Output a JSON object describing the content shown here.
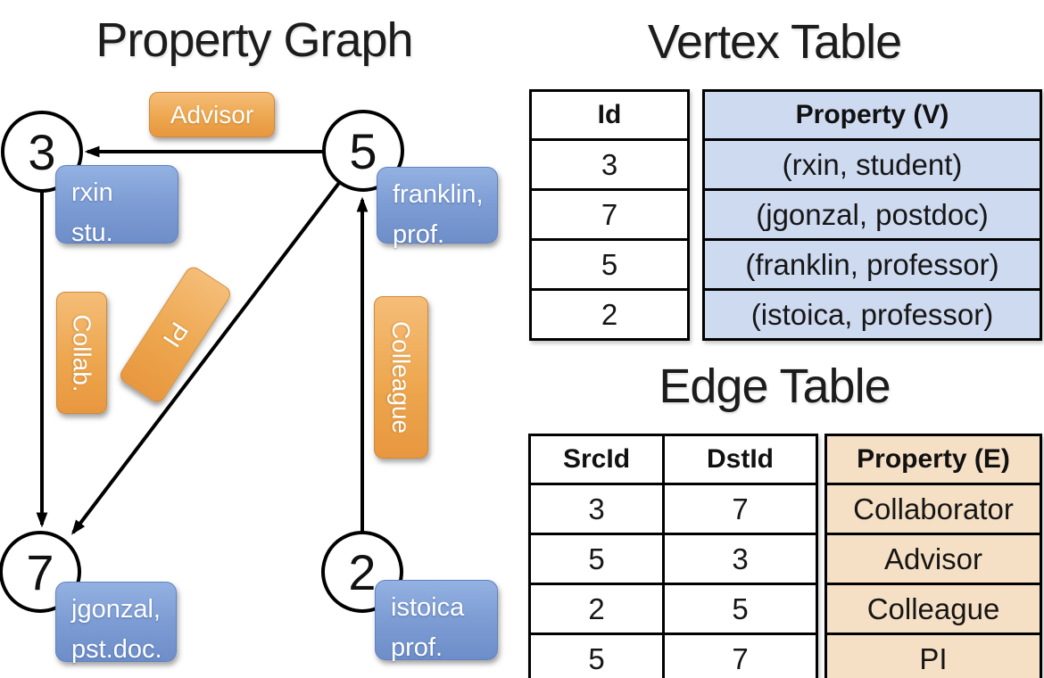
{
  "graph": {
    "title": "Property Graph",
    "vertices": [
      {
        "id": "3",
        "line1": "rxin",
        "line2": "stu."
      },
      {
        "id": "5",
        "line1": "franklin,",
        "line2": "prof."
      },
      {
        "id": "7",
        "line1": "jgonzal,",
        "line2": "pst.doc."
      },
      {
        "id": "2",
        "line1": "istoica",
        "line2": "prof."
      }
    ],
    "edges": [
      {
        "label": "Advisor",
        "from": "5",
        "to": "3"
      },
      {
        "label": "Collab.",
        "from": "3",
        "to": "7"
      },
      {
        "label": "PI",
        "from": "5",
        "to": "7"
      },
      {
        "label": "Colleague",
        "from": "2",
        "to": "5"
      }
    ]
  },
  "vertex_table": {
    "title": "Vertex Table",
    "columns": [
      "Id",
      "Property (V)"
    ],
    "rows": [
      [
        "3",
        "(rxin, student)"
      ],
      [
        "7",
        "(jgonzal, postdoc)"
      ],
      [
        "5",
        "(franklin, professor)"
      ],
      [
        "2",
        "(istoica, professor)"
      ]
    ]
  },
  "edge_table": {
    "title": "Edge Table",
    "columns": [
      "SrcId",
      "DstId",
      "Property (E)"
    ],
    "rows": [
      [
        "3",
        "7",
        "Collaborator"
      ],
      [
        "5",
        "3",
        "Advisor"
      ],
      [
        "2",
        "5",
        "Colleague"
      ],
      [
        "5",
        "7",
        "PI"
      ]
    ]
  },
  "colors": {
    "edge_label_orange_top": "#f5bd78",
    "edge_label_orange_bottom": "#e8973f",
    "vertex_label_blue_top": "#93b1e1",
    "vertex_label_blue_bottom": "#6e8ec9",
    "vertex_property_fill": "#cedaf0",
    "edge_property_fill": "#f6e0c5",
    "line_color": "#000000"
  }
}
